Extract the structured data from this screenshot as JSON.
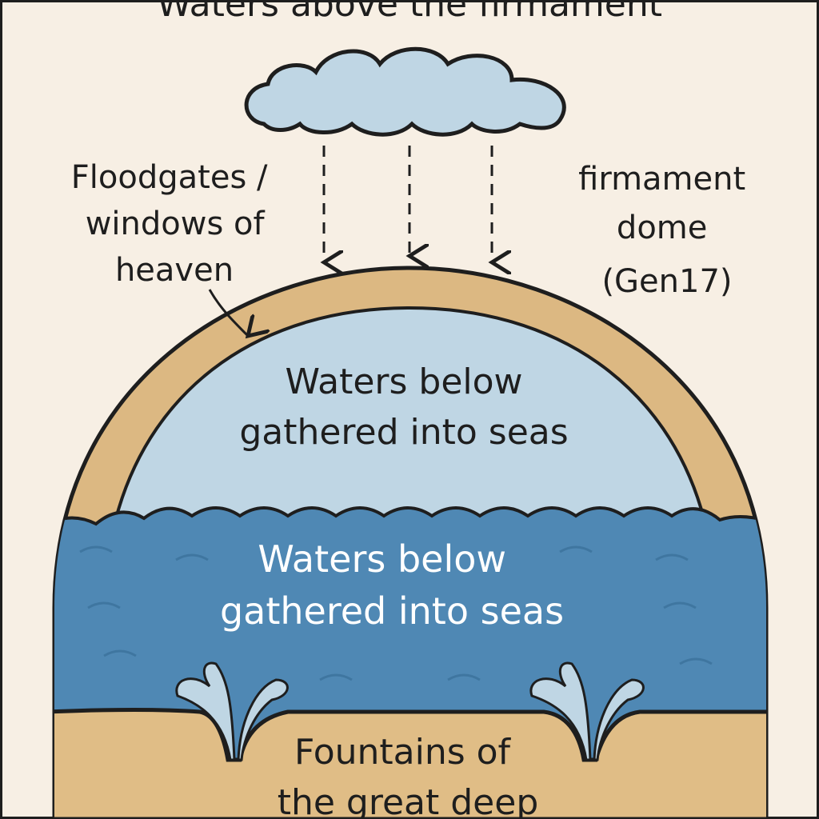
{
  "title": "Waters above the firmament",
  "labels": {
    "floodgates": [
      "Floodgates /",
      "windows of",
      "heaven"
    ],
    "firmament": [
      "firmament",
      "dome",
      "(Gen17)"
    ],
    "waters_upper": [
      "Waters below",
      "gathered into seas"
    ],
    "waters_sea": [
      "Waters below",
      "gathered into seas"
    ],
    "fountains": [
      "Fountains of",
      "the great deep"
    ]
  },
  "colors": {
    "background": "#f7efe4",
    "dome": "#dcb882",
    "sky_water": "#bfd6e4",
    "sea": "#4f88b4",
    "ground": "#e0bd86",
    "outline": "#1e1e1e"
  }
}
